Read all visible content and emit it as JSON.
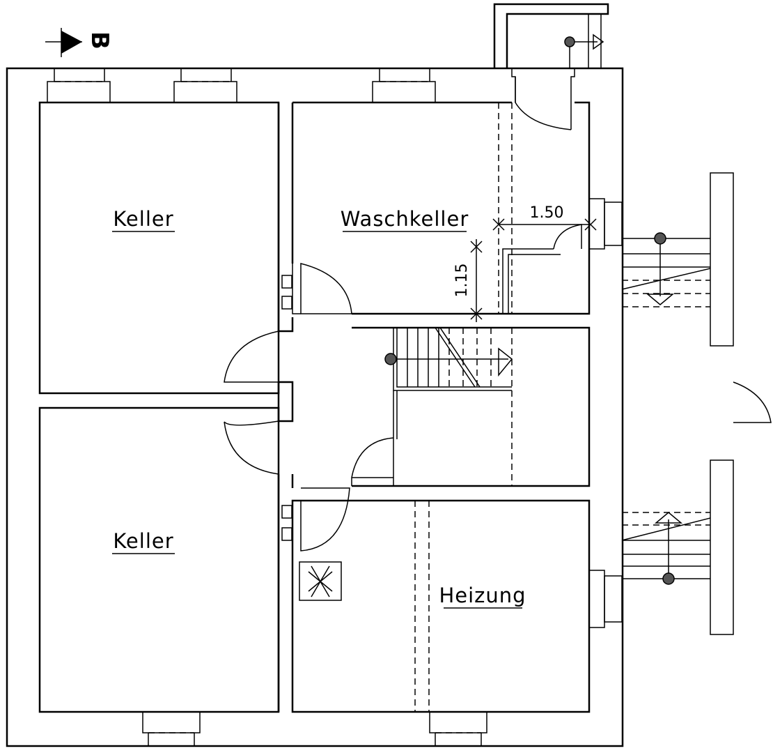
{
  "section_marker": {
    "letter": "B"
  },
  "rooms": {
    "keller_top": "Keller",
    "waschkeller": "Waschkeller",
    "keller_bottom": "Keller",
    "heizung": "Heizung"
  },
  "dimensions": {
    "width": "1.50",
    "height": "1.15"
  }
}
